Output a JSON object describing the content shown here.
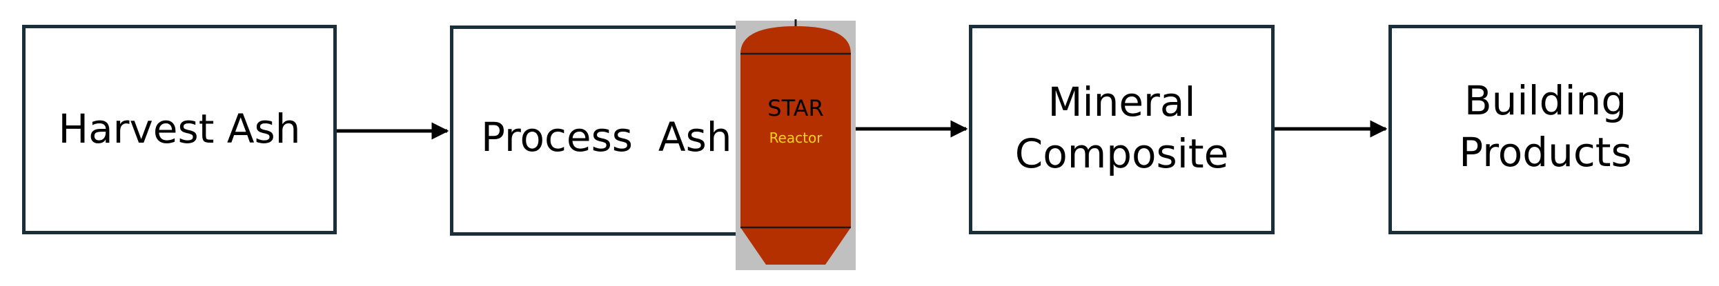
{
  "diagram": {
    "steps": [
      {
        "id": "harvest",
        "label": "Harvest Ash"
      },
      {
        "id": "process",
        "label": "Process  Ash"
      },
      {
        "id": "mineral",
        "label": "Mineral\nComposite"
      },
      {
        "id": "building",
        "label": "Building\nProducts"
      }
    ],
    "reactor": {
      "title": "STAR",
      "subtitle": "Reactor",
      "body_color": "#b53000",
      "outline_color": "#1a1a1a",
      "backdrop_color": "#c0c0c0",
      "subtitle_color": "#ffd21a"
    },
    "connectors": [
      {
        "from": "harvest",
        "to": "process"
      },
      {
        "from": "reactor",
        "to": "mineral"
      },
      {
        "from": "mineral",
        "to": "building"
      }
    ],
    "colors": {
      "box_border": "#1b2f3a",
      "arrow": "#000000"
    }
  }
}
